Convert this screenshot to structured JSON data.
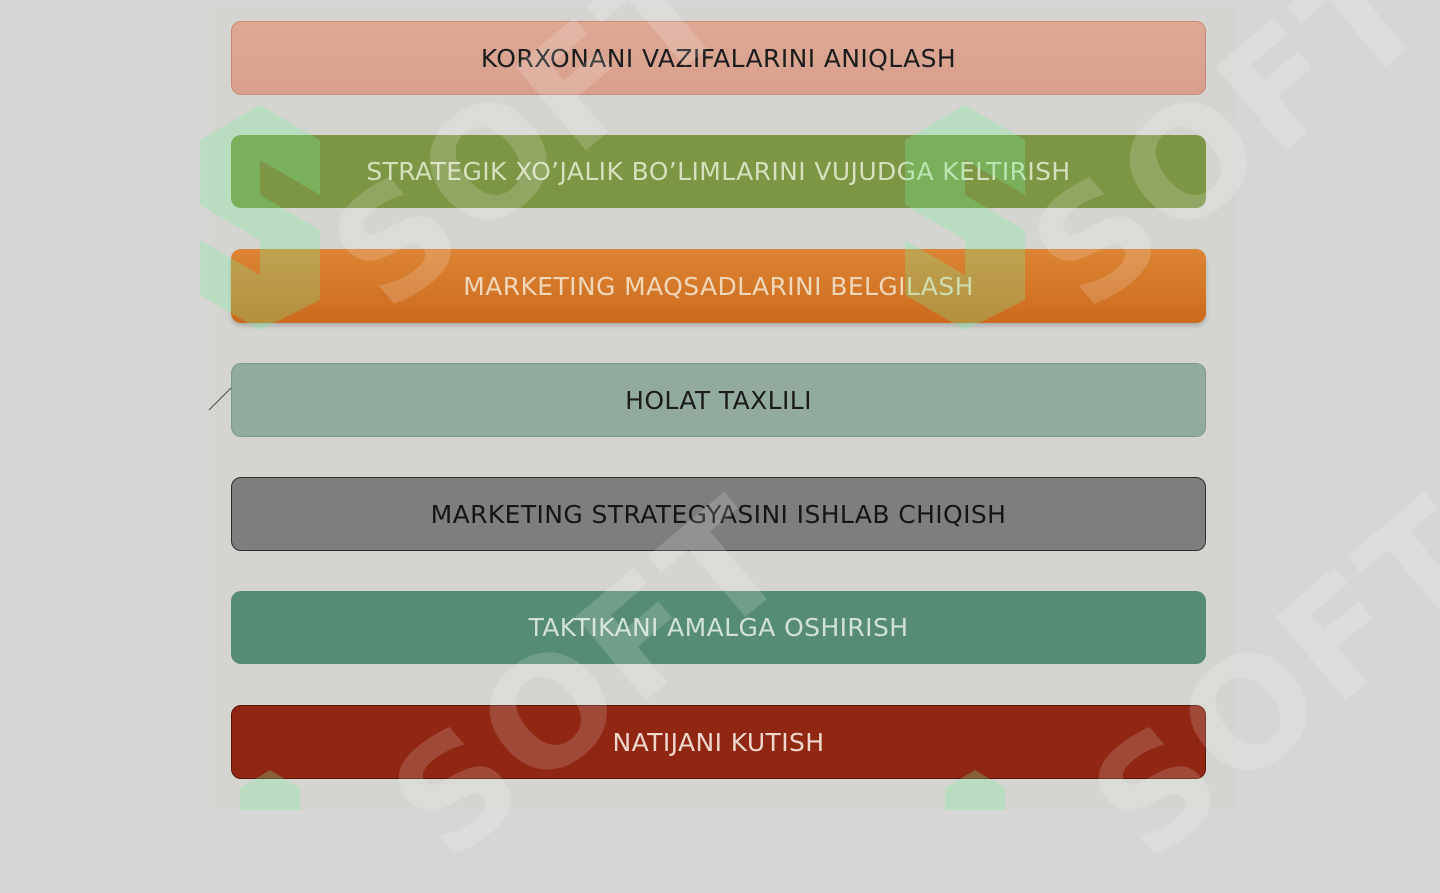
{
  "steps": [
    {
      "label": "KORXONANI VAZIFALARINI ANIQLASH"
    },
    {
      "label": "STRATEGIK XO’JALIK BO’LIMLARINI VUJUDGA KELTIRISH"
    },
    {
      "label": "MARKETING MAQSADLARINI BELGILASH"
    },
    {
      "label": "HOLAT TAXLILI"
    },
    {
      "label": "MARKETING STRATEGYASINI ISHLAB CHIQISH"
    },
    {
      "label": "TAKTIKANI AMALGA OSHIRISH"
    },
    {
      "label": "NATIJANI KUTISH"
    }
  ],
  "watermark": {
    "text": "SOFT"
  }
}
